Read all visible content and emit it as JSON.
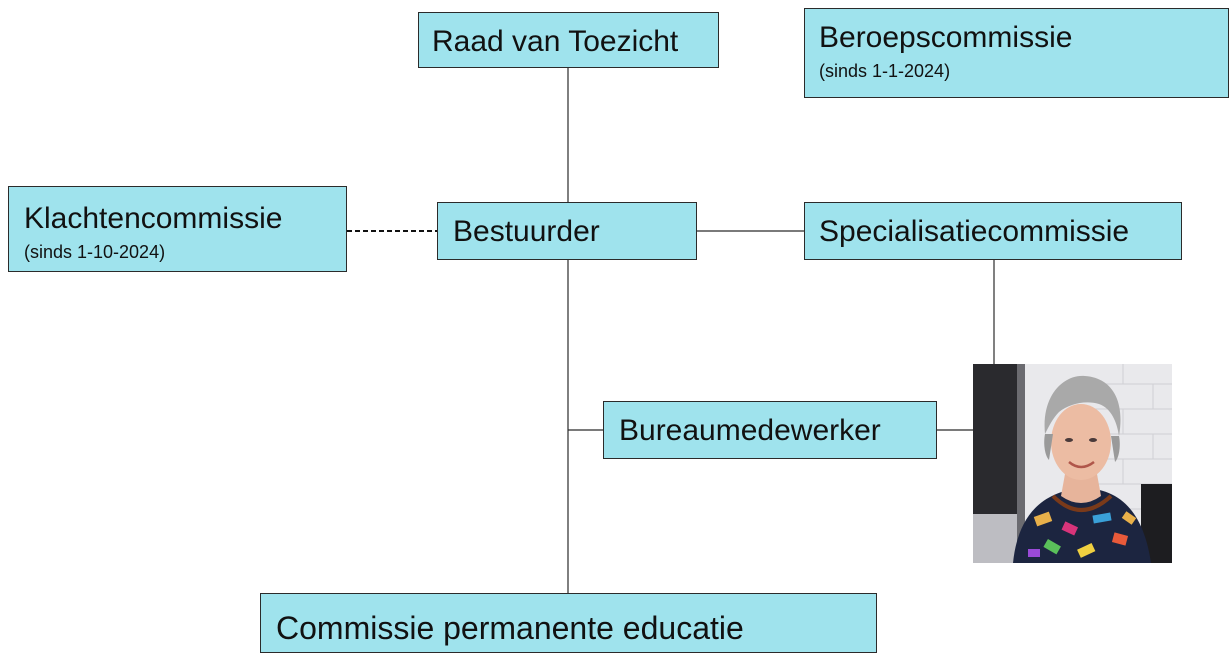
{
  "colors": {
    "box_fill": "#9fe3ed",
    "box_border": "#2b2b2b",
    "line": "#2b2b2b",
    "text": "#111111"
  },
  "nodes": {
    "raad": {
      "title": "Raad van Toezicht"
    },
    "beroep": {
      "title": "Beroepscommissie",
      "subtitle": "(sinds 1-1-2024)"
    },
    "klacht": {
      "title": "Klachtencommissie",
      "subtitle": "(sinds 1-10-2024)"
    },
    "bestuur": {
      "title": "Bestuurder"
    },
    "special": {
      "title": "Specialisatiecommissie"
    },
    "bureau": {
      "title": "Bureaumedewerker"
    },
    "pe": {
      "title": "Commissie permanente educatie"
    }
  },
  "edges": [
    {
      "from": "raad",
      "to": "bestuur",
      "style": "solid"
    },
    {
      "from": "klacht",
      "to": "bestuur",
      "style": "dashed"
    },
    {
      "from": "bestuur",
      "to": "special",
      "style": "solid"
    },
    {
      "from": "bestuur",
      "to": "bureau",
      "style": "solid"
    },
    {
      "from": "bestuur",
      "to": "pe",
      "style": "solid"
    },
    {
      "from": "special",
      "to": "photo",
      "style": "solid"
    },
    {
      "from": "bureau",
      "to": "photo",
      "style": "solid"
    }
  ],
  "photo": {
    "subject": "person-portrait"
  }
}
